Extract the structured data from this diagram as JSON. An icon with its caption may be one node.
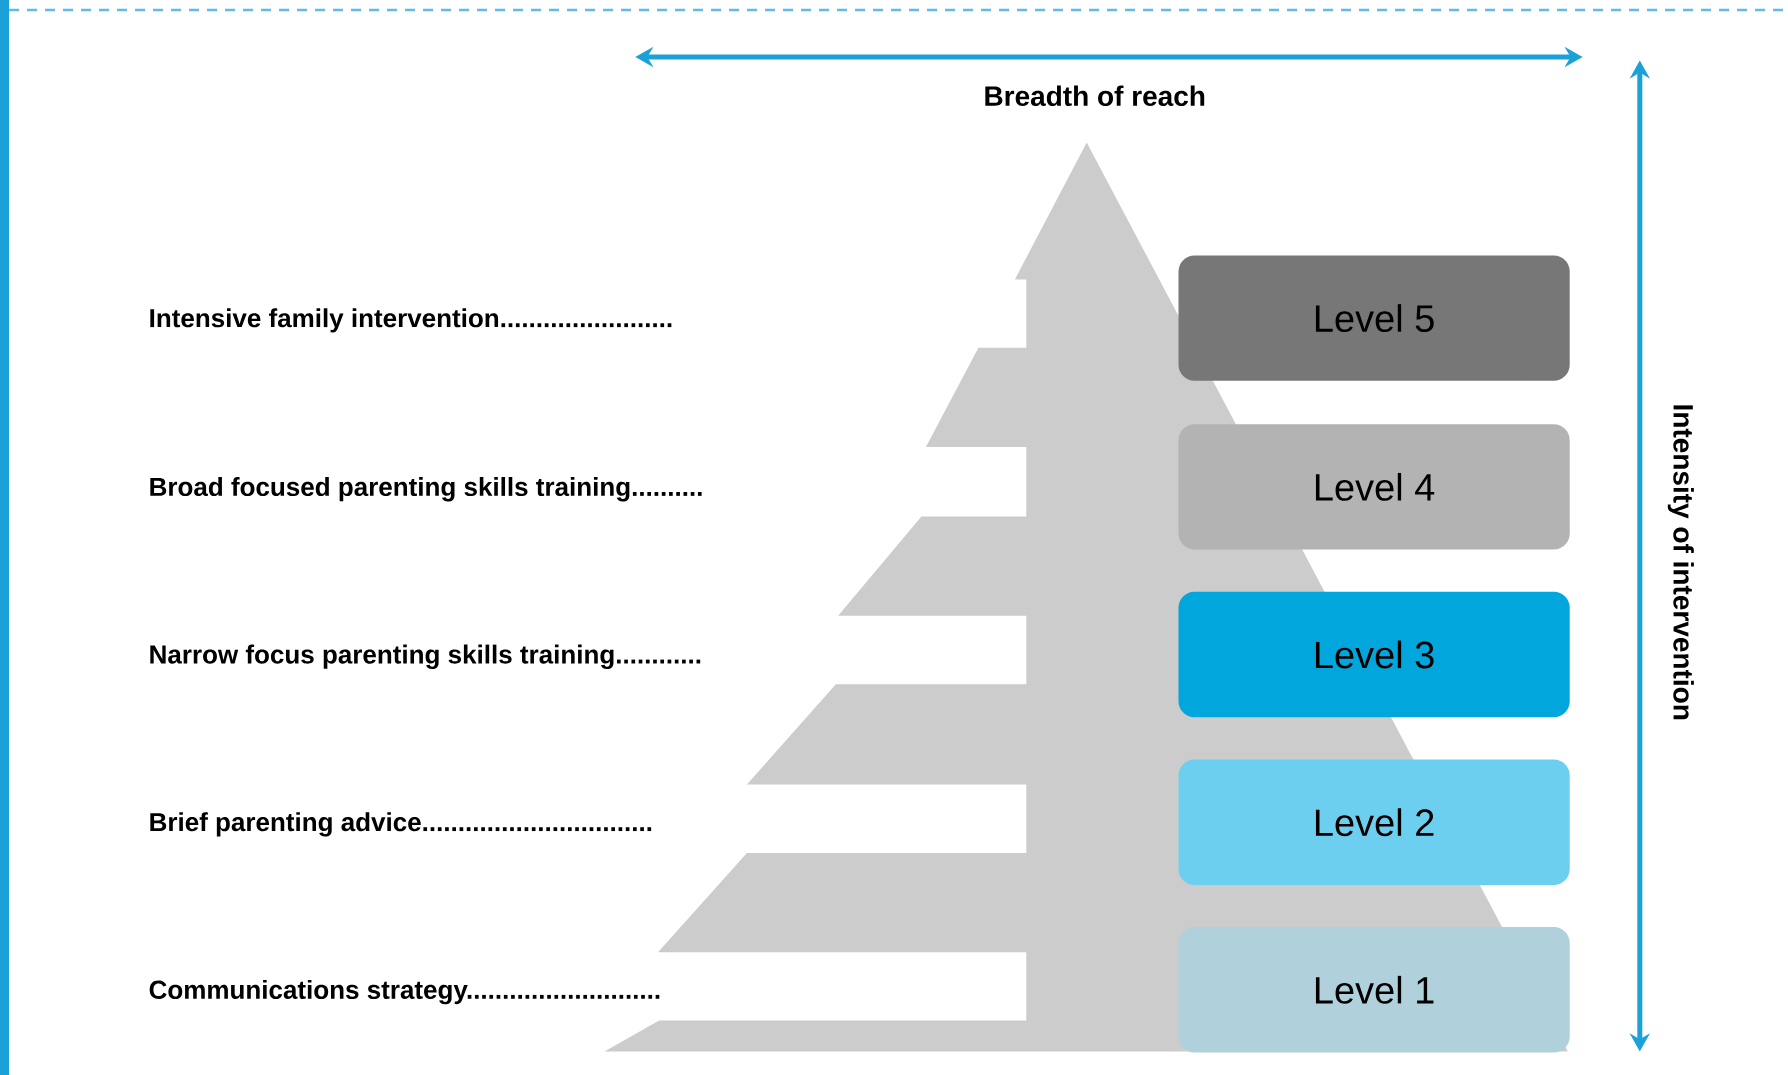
{
  "diagram": {
    "nodes": [
      {
        "text": [
          "Level 5"
        ]
      },
      {
        "text": [
          "Level 4"
        ]
      },
      {
        "text": [
          "Level 3"
        ]
      },
      {
        "text": [
          "Level 2"
        ]
      },
      {
        "text": [
          "Level 1"
        ]
      }
    ],
    "labels": [
      "Breadth of reach",
      "Intensive family intervention........................",
      "Broad focused parenting skills training..........",
      "Narrow focus parenting skills training............",
      "Brief parenting advice................................",
      "Communications strategy...........................",
      "Intensity of intervention"
    ]
  }
}
